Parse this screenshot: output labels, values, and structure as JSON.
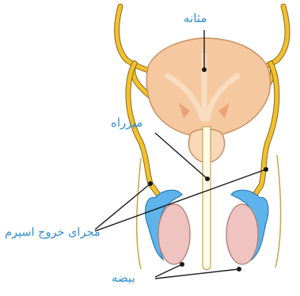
{
  "labels": {
    "bladder": "مثانه",
    "urethra": "میزراه",
    "vas_deferens": "مجرای خروج اسپرم",
    "testis": "بیضه"
  },
  "colors": {
    "background": "#ffffff",
    "vas_deferens": "#f2c12e",
    "vas_outline": "#8a6a1a",
    "bladder": "#f6c8a0",
    "bladder_inner": "#f8dcc0",
    "prostate": "#f7d8b8",
    "testis": "#efc4c0",
    "epididymis": "#5eb4ea",
    "urethra": "#fffbe8",
    "label_text": "#2f8fd0",
    "leader_line": "#1a1a1a",
    "body_outline": "#c9a24b"
  }
}
